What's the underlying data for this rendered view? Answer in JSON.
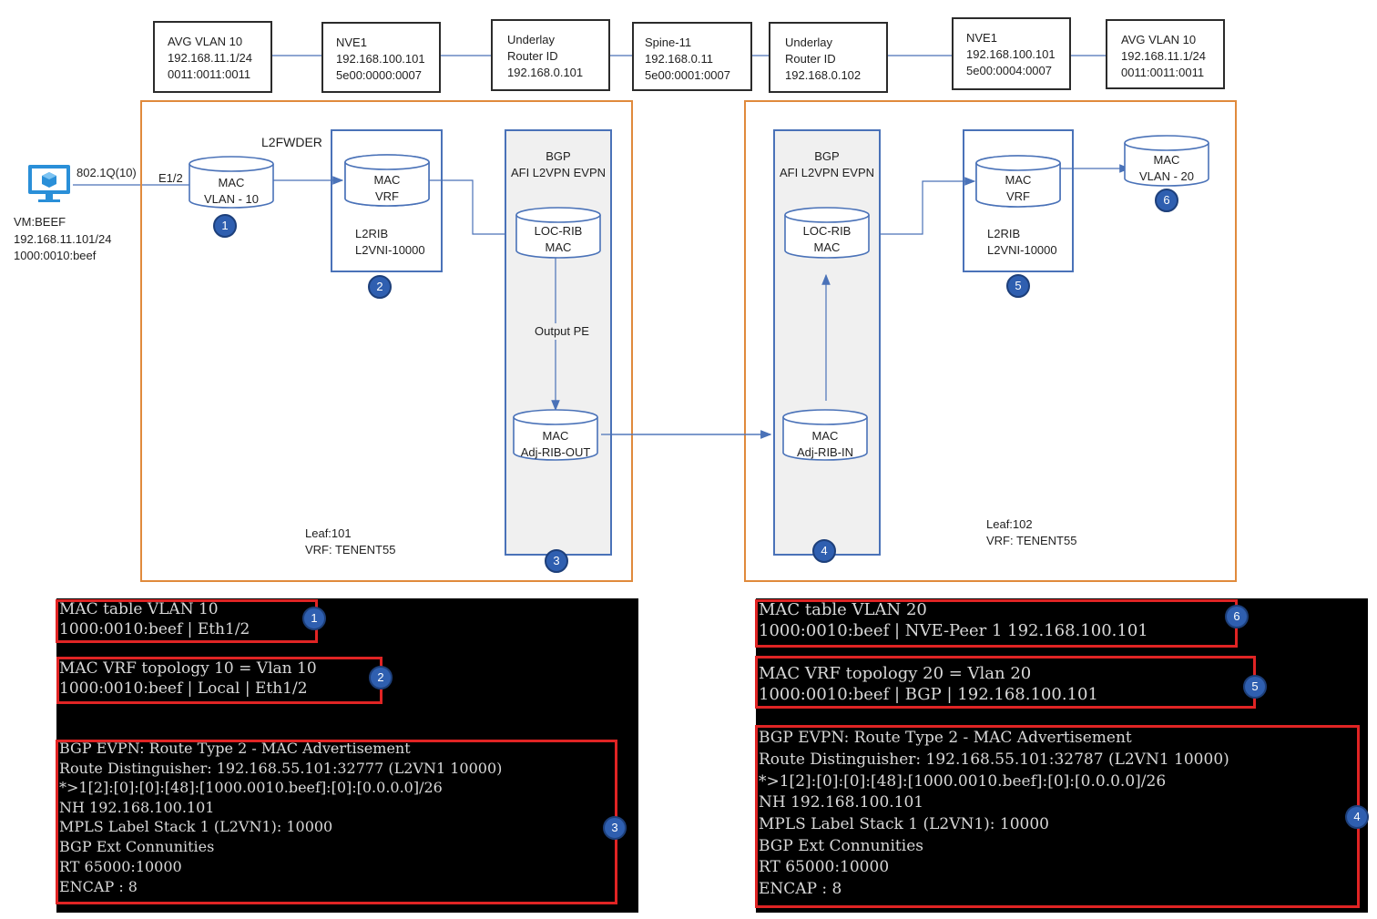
{
  "top_boxes": [
    [
      "AVG VLAN 10",
      "192.168.11.1/24",
      "0011:0011:0011"
    ],
    [
      "NVE1",
      "192.168.100.101",
      "5e00:0000:0007"
    ],
    [
      "Underlay",
      "Router ID",
      "192.168.0.101"
    ],
    [
      "Spine-11",
      "192.168.0.11",
      "5e00:0001:0007"
    ],
    [
      "Underlay",
      "Router ID",
      "192.168.0.102"
    ],
    [
      "NVE1",
      "192.168.100.101",
      "5e00:0004:0007"
    ],
    [
      "AVG VLAN 10",
      "192.168.11.1/24",
      "0011:0011:0011"
    ]
  ],
  "vm": {
    "name": "VM:BEEF",
    "ip": "192.168.11.101/24",
    "mac": "1000:0010:beef",
    "icon": "monitor-icon"
  },
  "link": {
    "tag": "802.1Q(10)",
    "port": "E1/2"
  },
  "leaf101": {
    "title": "L2FWDER",
    "mac_vlan": [
      "MAC",
      "VLAN - 10"
    ],
    "mac_vrf": [
      "MAC",
      "VRF"
    ],
    "l2rib": [
      "L2RIB",
      "L2VNI-10000"
    ],
    "bgp": [
      "BGP",
      "AFI L2VPN EVPN"
    ],
    "loc_rib": [
      "LOC-RIB",
      "MAC"
    ],
    "output_pe": "Output PE",
    "adj_out": [
      "MAC",
      "Adj-RIB-OUT"
    ],
    "footer": [
      "Leaf:101",
      "VRF: TENENT55"
    ]
  },
  "leaf102": {
    "bgp": [
      "BGP",
      "AFI L2VPN EVPN"
    ],
    "loc_rib": [
      "LOC-RIB",
      "MAC"
    ],
    "adj_in": [
      "MAC",
      "Adj-RIB-IN"
    ],
    "mac_vrf": [
      "MAC",
      "VRF"
    ],
    "l2rib": [
      "L2RIB",
      "L2VNI-10000"
    ],
    "mac_vlan": [
      "MAC",
      "VLAN - 20"
    ],
    "footer": [
      "Leaf:102",
      "VRF: TENENT55"
    ]
  },
  "badges": [
    "1",
    "2",
    "3",
    "4",
    "5",
    "6"
  ],
  "terminal_left": [
    "MAC table VLAN 10",
    "1000:0010:beef | Eth1/2",
    "MAC VRF topology 10 = Vlan 10",
    "1000:0010:beef | Local | Eth1/2",
    "BGP EVPN: Route Type 2 - MAC Advertisement",
    "Route Distinguisher: 192.168.55.101:32777 (L2VN1 10000)",
    "*>1[2]:[0]:[0]:[48]:[1000.0010.beef]:[0]:[0.0.0.0]/26",
    "NH 192.168.100.101",
    "MPLS Label Stack 1 (L2VN1): 10000",
    "BGP Ext Connunities",
    "RT 65000:10000",
    "ENCAP : 8"
  ],
  "terminal_right": [
    "MAC table VLAN 20",
    "1000:0010:beef | NVE-Peer 1 192.168.100.101",
    "MAC VRF topology 20 = Vlan 20",
    "1000:0010:beef | BGP | 192.168.100.101",
    "BGP EVPN: Route Type 2 - MAC Advertisement",
    "Route Distinguisher: 192.168.55.101:32787 (L2VN1 10000)",
    "*>1[2]:[0]:[0]:[48]:[1000.0010.beef]:[0]:[0.0.0.0]/26",
    "NH 192.168.100.101",
    "MPLS Label Stack 1 (L2VN1): 10000",
    "BGP Ext Connunities",
    "RT 65000:10000",
    "ENCAP : 8"
  ],
  "colors": {
    "leaf_border": "#e08a3c",
    "panel_border": "#4a72b8",
    "badge": "#2f5fb0",
    "highlight": "#e02424"
  }
}
